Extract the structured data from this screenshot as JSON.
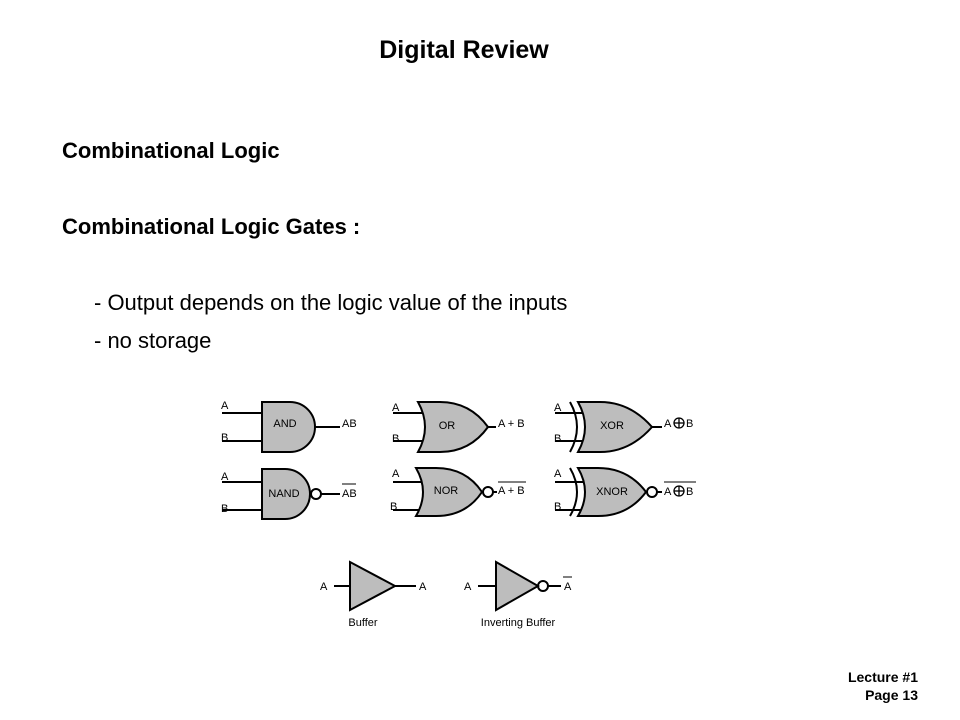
{
  "title": "Digital Review",
  "heading1": "Combinational Logic",
  "heading2": "Combinational Logic Gates :",
  "bullets": [
    "- Output depends on the logic value of the inputs",
    "- no storage"
  ],
  "gates": {
    "and": {
      "name": "AND",
      "in_a": "A",
      "in_b": "B",
      "output": "AB"
    },
    "or": {
      "name": "OR",
      "in_a": "A",
      "in_b": "B",
      "output": "A + B"
    },
    "xor": {
      "name": "XOR",
      "in_a": "A",
      "in_b": "B",
      "output": "A",
      "output_b": "B"
    },
    "nand": {
      "name": "NAND",
      "in_a": "A",
      "in_b": "B",
      "output": "AB"
    },
    "nor": {
      "name": "NOR",
      "in_a": "A",
      "in_b": "B",
      "output": "A + B"
    },
    "xnor": {
      "name": "XNOR",
      "in_a": "A",
      "in_b": "B",
      "output": "A",
      "output_b": "B"
    },
    "buffer": {
      "input": "A",
      "output": "A",
      "caption": "Buffer"
    },
    "inverting_buffer": {
      "input": "A",
      "output": "A",
      "caption": "Inverting Buffer"
    }
  },
  "footer": {
    "lecture": "Lecture #1",
    "page": "Page 13"
  },
  "colors": {
    "gate_fill": "#bdbdbd",
    "line": "#000000"
  }
}
